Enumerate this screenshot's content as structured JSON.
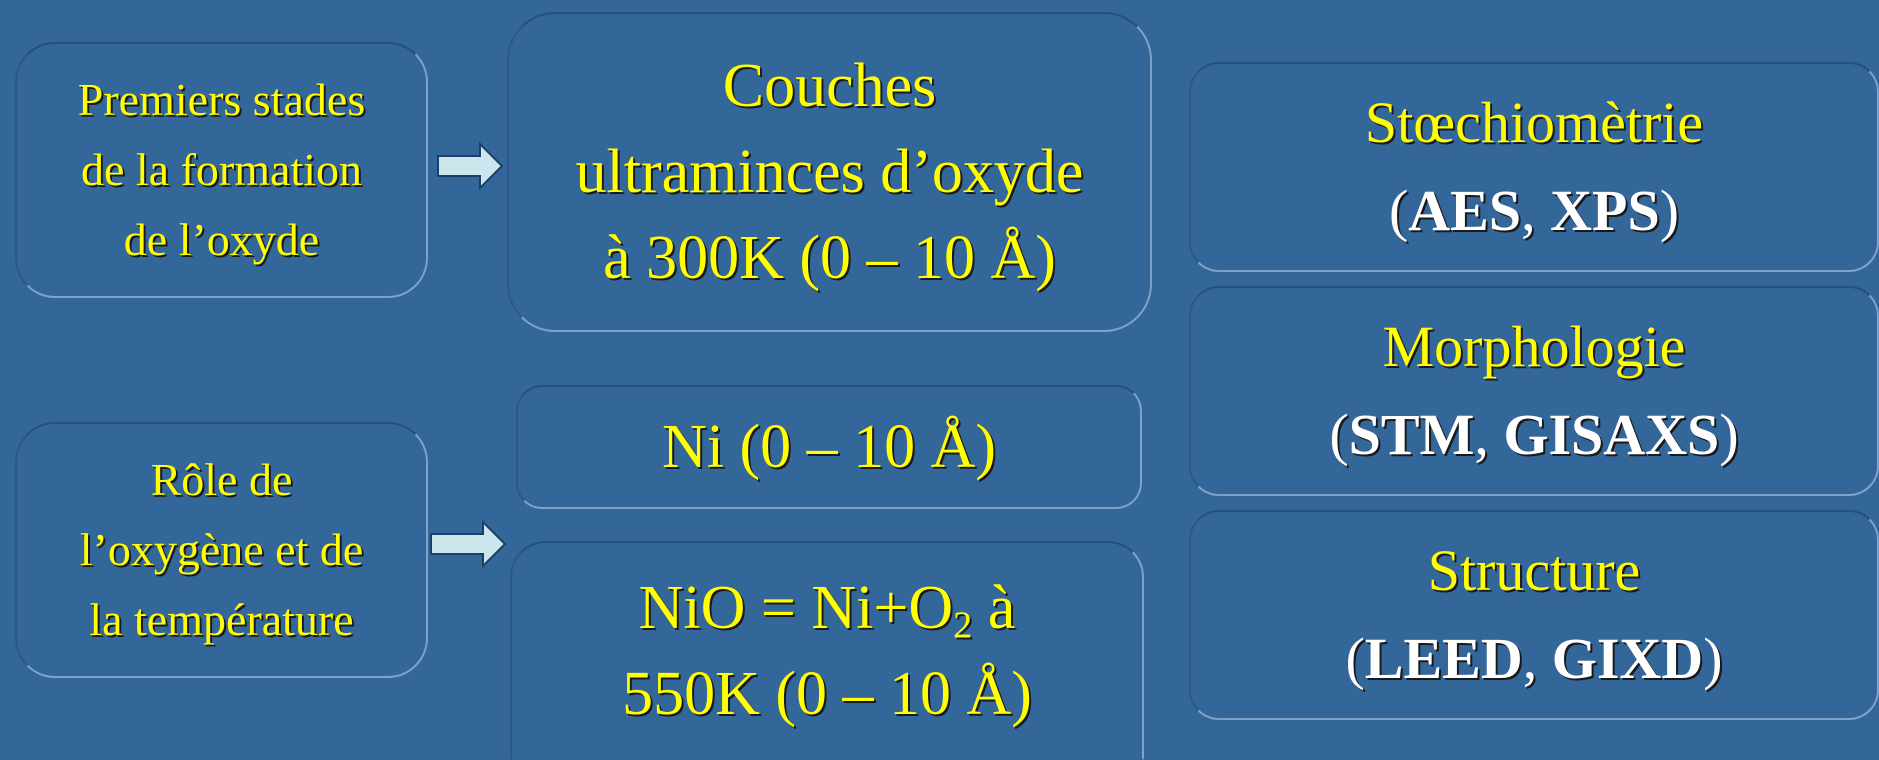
{
  "left_boxes": [
    {
      "lines": [
        "Premiers stades",
        "de la formation",
        "de l’oxyde"
      ]
    },
    {
      "lines": [
        "Rôle de",
        "l’oxygène et de",
        "la température"
      ]
    }
  ],
  "middle_boxes": {
    "couches": {
      "lines": [
        "Couches",
        "ultraminces d’oxyde",
        "à 300K (0 – 10 Å)"
      ]
    },
    "ni": {
      "text": "Ni (0 – 10 Å)"
    },
    "nio": {
      "line1_pre": "NiO = Ni+O",
      "line1_sub": "2",
      "line1_post": " à",
      "line2": "550K (0 – 10 Å)"
    }
  },
  "right_boxes": [
    {
      "title": "Stœchiomètrie",
      "paren_open": "(",
      "tech1": "AES",
      "sep": ", ",
      "tech2": "XPS",
      "paren_close": ")"
    },
    {
      "title": "Morphologie",
      "paren_open": "(",
      "tech1": "STM",
      "sep": ", ",
      "tech2": "GISAXS",
      "paren_close": ")"
    },
    {
      "title": "Structure",
      "paren_open": "(",
      "tech1": "LEED",
      "sep": ", ",
      "tech2": "GIXD",
      "paren_close": ")"
    }
  ],
  "colors": {
    "background": "#336699",
    "text_yellow": "#ffff00",
    "text_white": "#ffffff",
    "arrow_fill": "#cce6ee"
  }
}
